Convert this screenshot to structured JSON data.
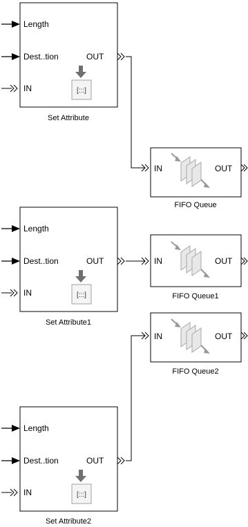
{
  "set_attribute_blocks": [
    {
      "name": "Set Attribute",
      "ports": {
        "length": "Length",
        "destination": "Dest..tion",
        "in": "IN",
        "out": "OUT"
      },
      "icon": "attribute-list-icon"
    },
    {
      "name": "Set Attribute1",
      "ports": {
        "length": "Length",
        "destination": "Dest..tion",
        "in": "IN",
        "out": "OUT"
      },
      "icon": "attribute-list-icon"
    },
    {
      "name": "Set Attribute2",
      "ports": {
        "length": "Length",
        "destination": "Dest..tion",
        "in": "IN",
        "out": "OUT"
      },
      "icon": "attribute-list-icon"
    }
  ],
  "fifo_blocks": [
    {
      "name": "FIFO Queue",
      "ports": {
        "in": "IN",
        "out": "OUT"
      },
      "icon": "queue-stack-icon"
    },
    {
      "name": "FIFO Queue1",
      "ports": {
        "in": "IN",
        "out": "OUT"
      },
      "icon": "queue-stack-icon"
    },
    {
      "name": "FIFO Queue2",
      "ports": {
        "in": "IN",
        "out": "OUT"
      },
      "icon": "queue-stack-icon"
    }
  ],
  "connections": [
    {
      "from": "Set Attribute",
      "to": "FIFO Queue"
    },
    {
      "from": "Set Attribute1",
      "to": "FIFO Queue1"
    },
    {
      "from": "Set Attribute2",
      "to": "FIFO Queue2"
    }
  ]
}
